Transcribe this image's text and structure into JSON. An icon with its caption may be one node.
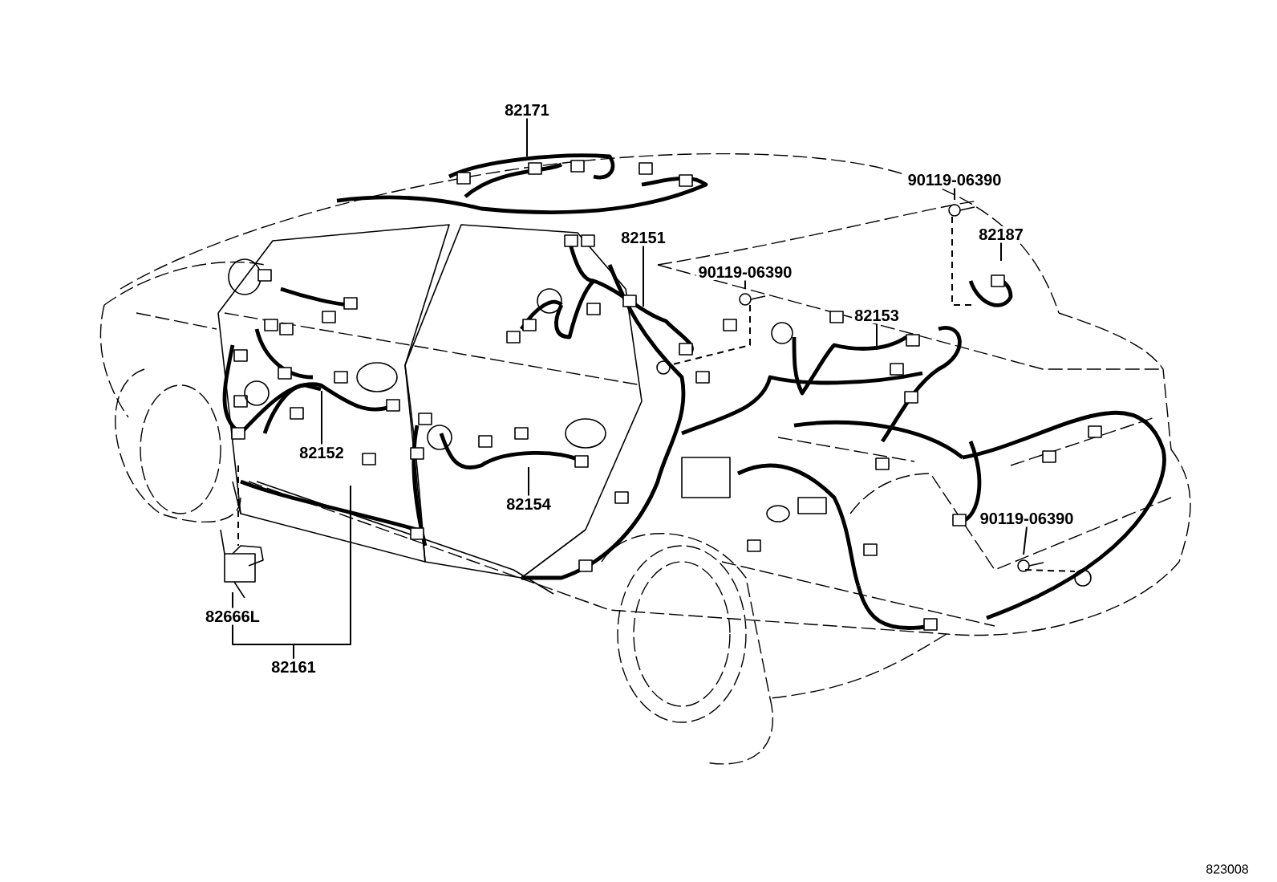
{
  "diagram": {
    "nodes": [
      {
        "text": [
          "82171"
        ]
      },
      {
        "text": [
          "82151"
        ]
      },
      {
        "text": [
          "90119-06390"
        ]
      },
      {
        "text": [
          "90119-06390"
        ]
      },
      {
        "text": [
          "82187"
        ]
      },
      {
        "text": [
          "82153"
        ]
      },
      {
        "text": [
          "82152"
        ]
      },
      {
        "text": [
          "82154"
        ]
      },
      {
        "text": [
          "90119-06390"
        ]
      },
      {
        "text": [
          "82666L"
        ]
      },
      {
        "text": [
          "82161"
        ]
      }
    ],
    "edges": [
      {
        "from": 0,
        "to": null,
        "arrow": "none"
      },
      {
        "from": 1,
        "to": null,
        "arrow": "none"
      },
      {
        "from": 2,
        "to": null,
        "arrow": "none"
      },
      {
        "from": 3,
        "to": null,
        "arrow": "none"
      },
      {
        "from": 4,
        "to": null,
        "arrow": "none"
      },
      {
        "from": 5,
        "to": null,
        "arrow": "none"
      },
      {
        "from": 6,
        "to": null,
        "arrow": "none"
      },
      {
        "from": 7,
        "to": null,
        "arrow": "none"
      },
      {
        "from": 8,
        "to": null,
        "arrow": "none"
      },
      {
        "from": 9,
        "to": null,
        "arrow": "none"
      },
      {
        "from": 10,
        "to": 9,
        "arrow": "none"
      },
      {
        "from": 10,
        "to": null,
        "arrow": "none"
      }
    ],
    "labels": [
      "823008"
    ]
  }
}
